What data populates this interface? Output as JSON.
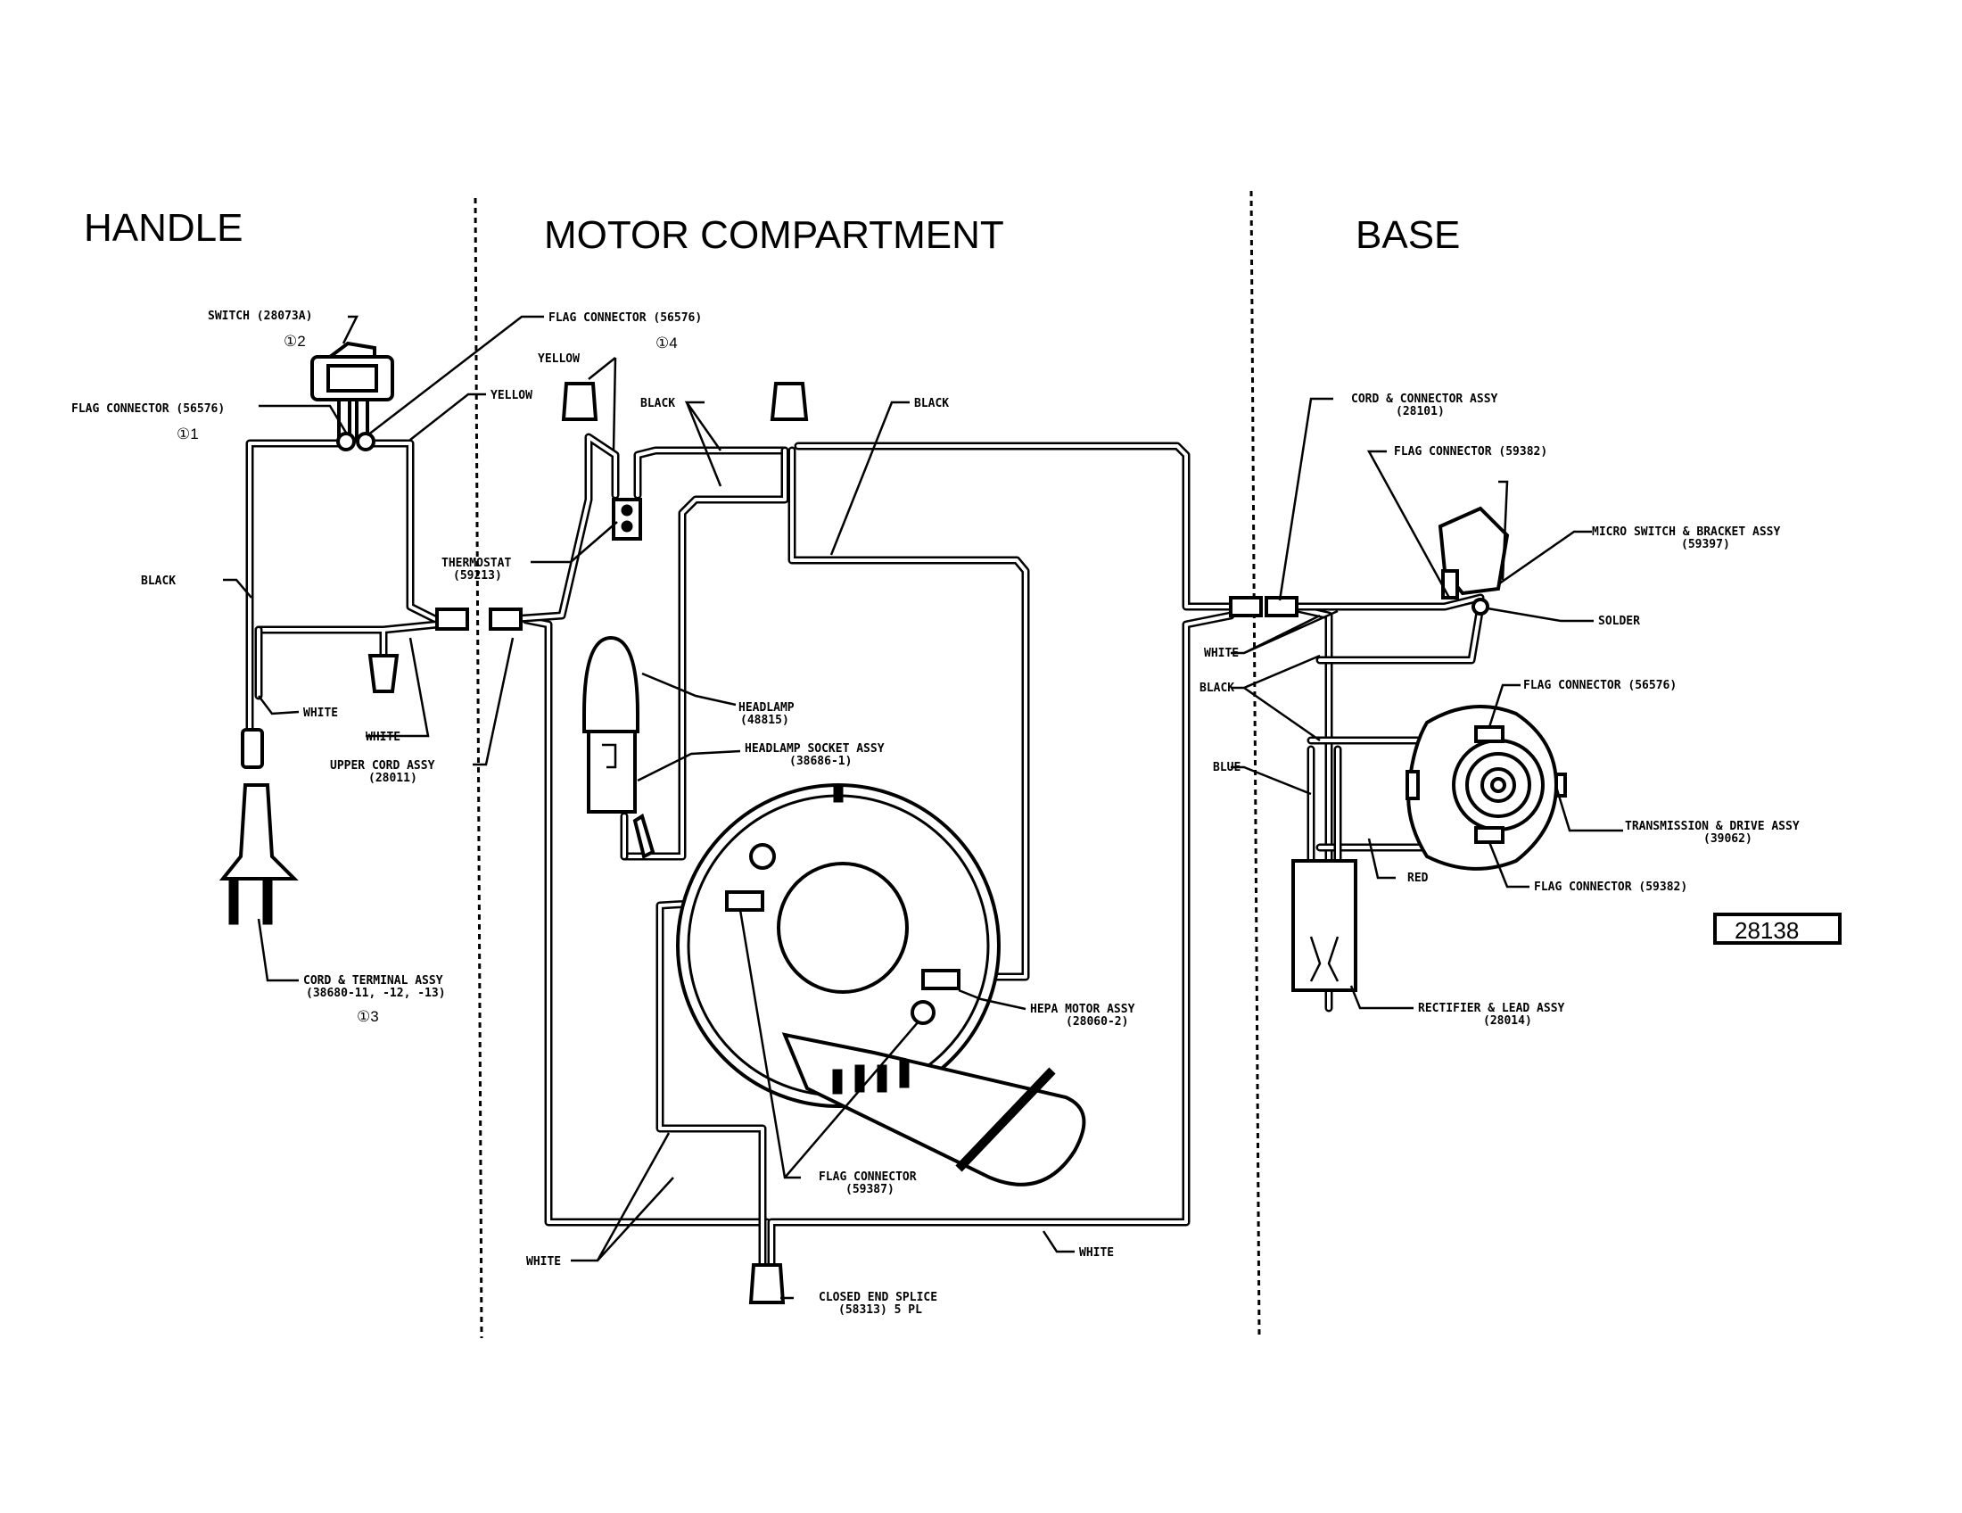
{
  "sections": {
    "handle": "HANDLE",
    "motor": "MOTOR COMPARTMENT",
    "base": "BASE"
  },
  "labels": {
    "switch": "SWITCH (28073A)",
    "switch_note": "①2",
    "flag_conn_56576_top": "FLAG CONNECTOR (56576)",
    "flag_conn_56576_top_note": "①4",
    "flag_conn_56576_left": "FLAG CONNECTOR (56576)",
    "flag_conn_56576_left_note": "①1",
    "yellow_a": "YELLOW",
    "yellow_b": "YELLOW",
    "black_handle": "BLACK",
    "black_motor_left": "BLACK",
    "black_motor_right": "BLACK",
    "thermostat": "THERMOSTAT",
    "thermostat_num": "(59213)",
    "white_handle_a": "WHITE",
    "white_handle_b": "WHITE",
    "upper_cord": "UPPER CORD ASSY",
    "upper_cord_num": "(28011)",
    "cord_terminal": "CORD & TERMINAL ASSY",
    "cord_terminal_num": "(38680-11, -12, -13)",
    "cord_terminal_note": "①3",
    "headlamp": "HEADLAMP",
    "headlamp_num": "(48815)",
    "headlamp_socket": "HEADLAMP SOCKET ASSY",
    "headlamp_socket_num": "(38686-1)",
    "hepa_motor": "HEPA MOTOR ASSY",
    "hepa_motor_num": "(28060-2)",
    "flag_conn_59387": "FLAG CONNECTOR",
    "flag_conn_59387_num": "(59387)",
    "white_motor_left": "WHITE",
    "white_motor_right": "WHITE",
    "closed_splice": "CLOSED END SPLICE",
    "closed_splice_num": "(58313) 5 PL",
    "cord_connector": "CORD & CONNECTOR ASSY",
    "cord_connector_num": "(28101)",
    "flag_conn_59382_top": "FLAG CONNECTOR (59382)",
    "micro_switch": "MICRO SWITCH & BRACKET ASSY",
    "micro_switch_num": "(59397)",
    "solder": "SOLDER",
    "white_base": "WHITE",
    "black_base": "BLACK",
    "blue_base": "BLUE",
    "flag_conn_56576_base": "FLAG CONNECTOR (56576)",
    "transmission": "TRANSMISSION & DRIVE ASSY",
    "transmission_num": "(39062)",
    "red_base": "RED",
    "flag_conn_59382_bottom": "FLAG CONNECTOR (59382)",
    "rectifier": "RECTIFIER & LEAD ASSY",
    "rectifier_num": "(28014)",
    "drawing_number": "28138"
  }
}
